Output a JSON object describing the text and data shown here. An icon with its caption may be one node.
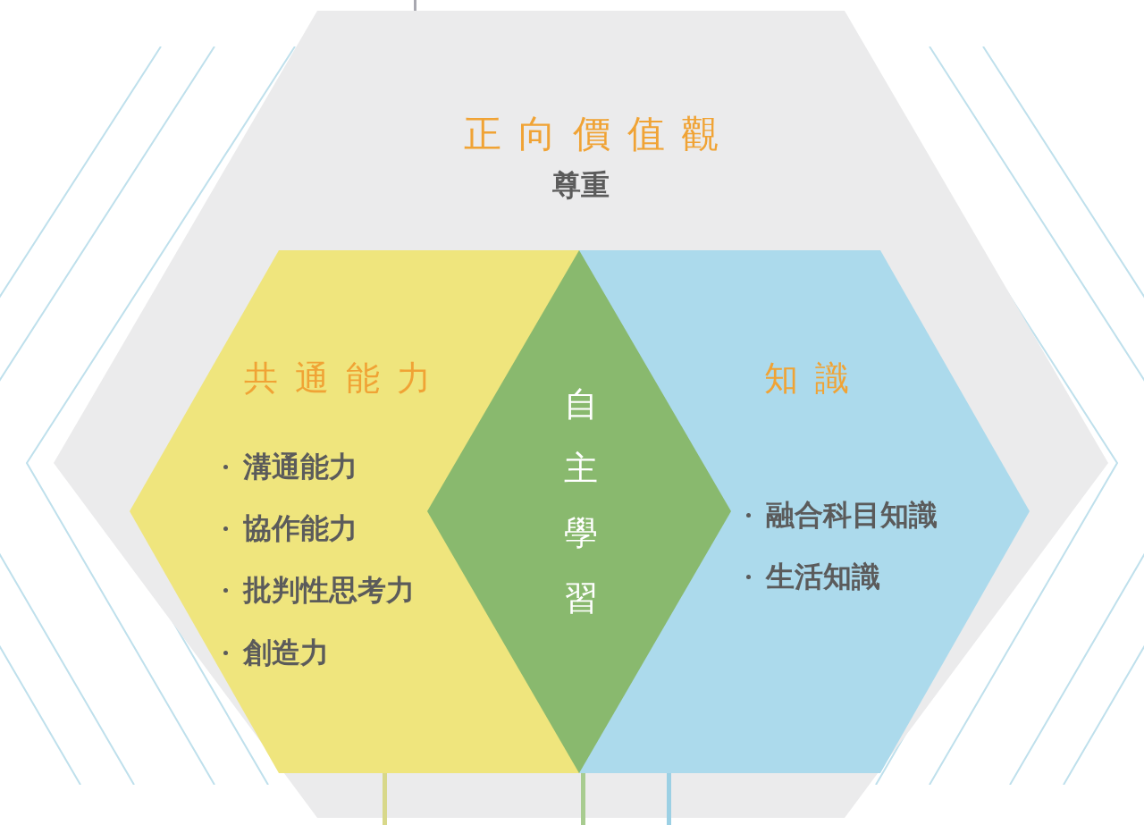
{
  "diagram": {
    "nodes": [
      {
        "text": [
          "正向價值觀",
          "尊重"
        ]
      },
      {
        "text": [
          "共通能力",
          "溝通能力",
          "協作能力",
          "批判性思考力",
          "創造力"
        ],
        "in": 0
      },
      {
        "text": [
          "自主學習"
        ],
        "in": 0
      },
      {
        "text": [
          "知識",
          "融合科目知識",
          "生活知識"
        ],
        "in": 0
      }
    ],
    "edges": []
  }
}
